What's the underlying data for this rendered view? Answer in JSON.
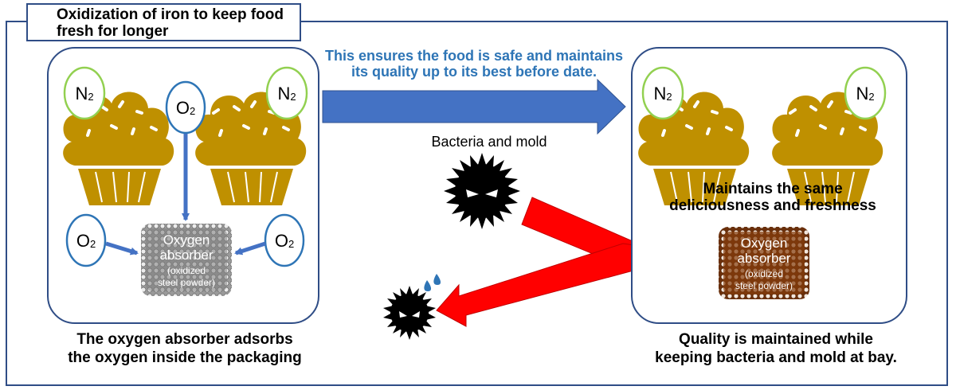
{
  "title": "Oxidization of iron to keep food fresh for longer",
  "top_message": {
    "line1": "This ensures the food is safe and maintains",
    "line2": "its quality up to its best before date."
  },
  "left_panel": {
    "n2_label": "N",
    "n2_sub": "2",
    "o2_label": "O",
    "o2_sub": "2",
    "absorber": {
      "line1": "Oxygen",
      "line2": "absorber",
      "line3": "(oxidized",
      "line4": "steel powder)"
    },
    "caption_line1": "The oxygen absorber adsorbs",
    "caption_line2": "the oxygen inside the packaging"
  },
  "middle": {
    "bacteria_label": "Bacteria and mold"
  },
  "right_panel": {
    "n2_label": "N",
    "n2_sub": "2",
    "overlay_line1": "Maintains the same",
    "overlay_line2": "deliciousness and freshness",
    "absorber": {
      "line1": "Oxygen",
      "line2": "absorber",
      "line3": "(oxidized",
      "line4": "steel powder)"
    },
    "caption_line1": "Quality is maintained while",
    "caption_line2": "keeping bacteria and mold at bay."
  },
  "colors": {
    "frame": "#2f4d86",
    "blue_arrow": "#4472c4",
    "red_arrow": "#ff0000",
    "muffin": "#bf9000",
    "n2_circle": "#92d050",
    "o2_circle": "#2e75b6",
    "absorber_gray": "#808080",
    "absorber_brown": "#843c0c"
  }
}
